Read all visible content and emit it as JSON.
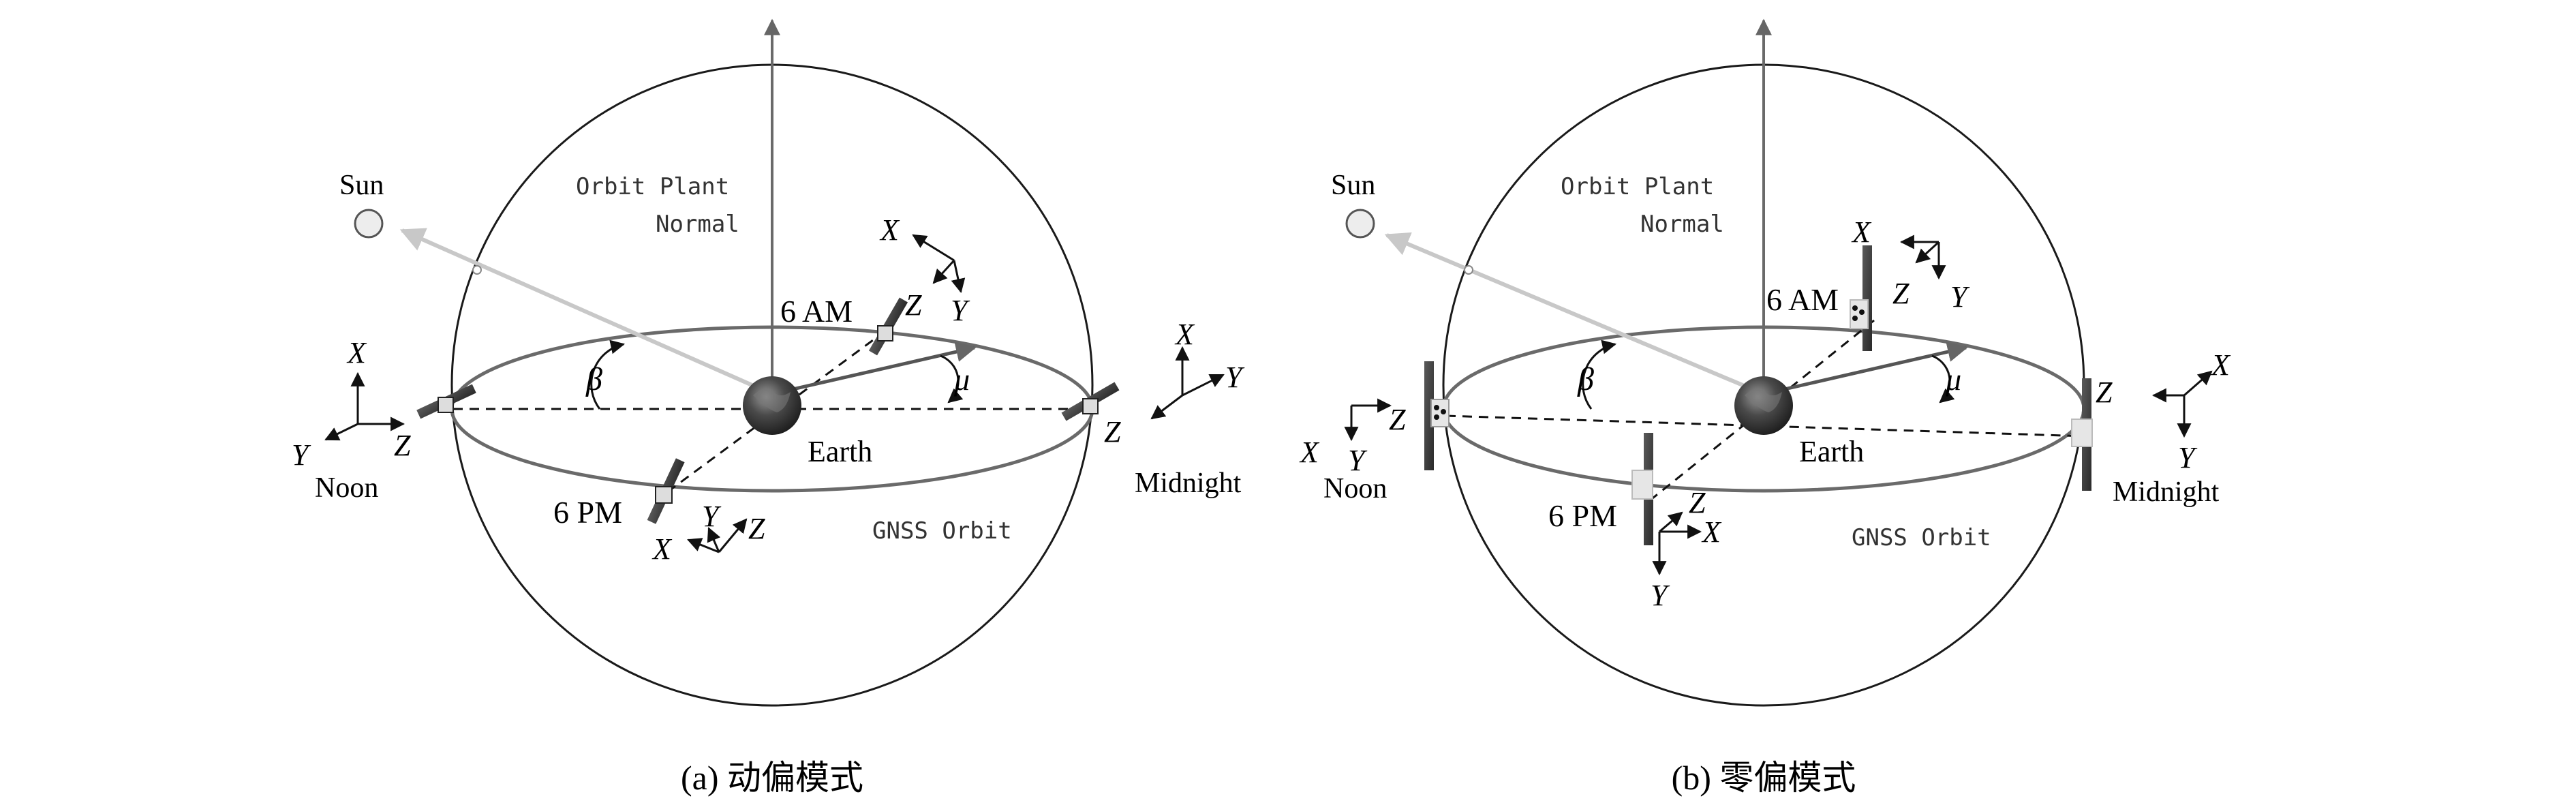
{
  "panels": [
    {
      "id": "a",
      "caption": "(a) 动偏模式",
      "sun": "Sun",
      "normal_line1": "Orbit Plant",
      "normal_line2": "Normal",
      "earth": "Earth",
      "orbit": "GNSS Orbit",
      "noon": "Noon",
      "midnight": "Midnight",
      "am": "6 AM",
      "pm": "6 PM",
      "beta": "β",
      "mu": "μ",
      "axis_x": "X",
      "axis_y": "Y",
      "axis_z": "Z"
    },
    {
      "id": "b",
      "caption": "(b) 零偏模式",
      "sun": "Sun",
      "normal_line1": "Orbit Plant",
      "normal_line2": "Normal",
      "earth": "Earth",
      "orbit": "GNSS Orbit",
      "noon": "Noon",
      "midnight": "Midnight",
      "am": "6 AM",
      "pm": "6 PM",
      "beta": "β",
      "mu": "μ",
      "axis_x": "X",
      "axis_y": "Y",
      "axis_z": "Z"
    }
  ]
}
